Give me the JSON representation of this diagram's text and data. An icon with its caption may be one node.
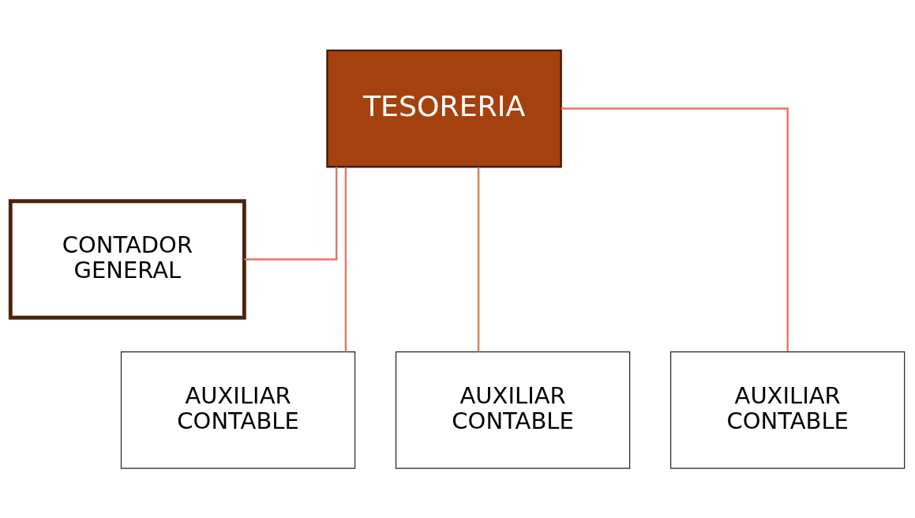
{
  "diagram": {
    "nodes": [
      {
        "text": [
          "TESORERIA"
        ]
      },
      {
        "text": [
          "CONTADOR GENERAL"
        ]
      },
      {
        "text": [
          "AUXILIAR CONTABLE"
        ]
      },
      {
        "text": [
          "AUXILIAR CONTABLE"
        ]
      },
      {
        "text": [
          "AUXILIAR CONTABLE"
        ]
      }
    ],
    "edges": [
      {
        "from": 0,
        "to": 1,
        "arrow": "none"
      },
      {
        "from": 0,
        "to": 2,
        "arrow": "none"
      },
      {
        "from": 0,
        "to": 3,
        "arrow": "none"
      },
      {
        "from": 0,
        "to": 4,
        "arrow": "none"
      }
    ]
  }
}
